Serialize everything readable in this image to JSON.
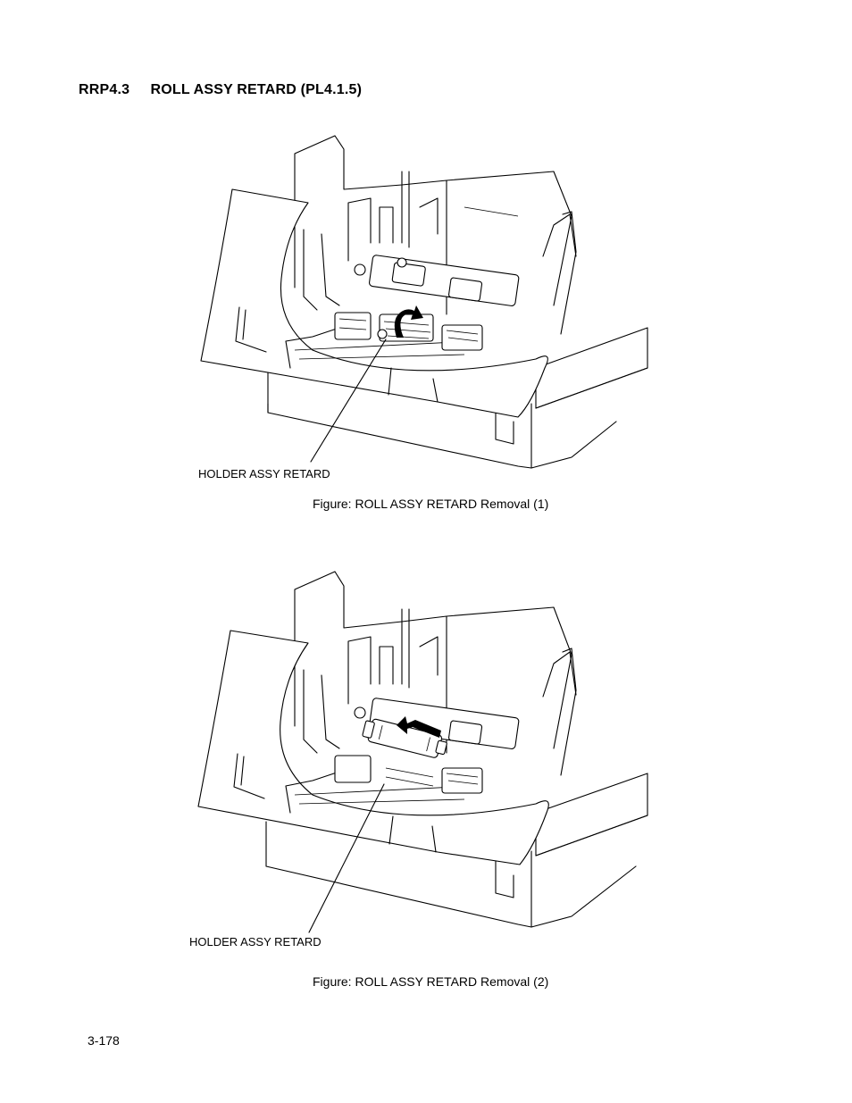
{
  "heading": {
    "number": "RRP4.3",
    "title": "ROLL ASSY RETARD (PL4.1.5)"
  },
  "figures": [
    {
      "callout": "HOLDER ASSY RETARD",
      "caption": "Figure: ROLL ASSY RETARD Removal (1)",
      "arrow": "curved-rotate-arrow"
    },
    {
      "callout": "HOLDER ASSY RETARD",
      "caption": "Figure: ROLL ASSY RETARD Removal (2)",
      "arrow": "straight-pull-arrow"
    }
  ],
  "page_number": "3-178"
}
